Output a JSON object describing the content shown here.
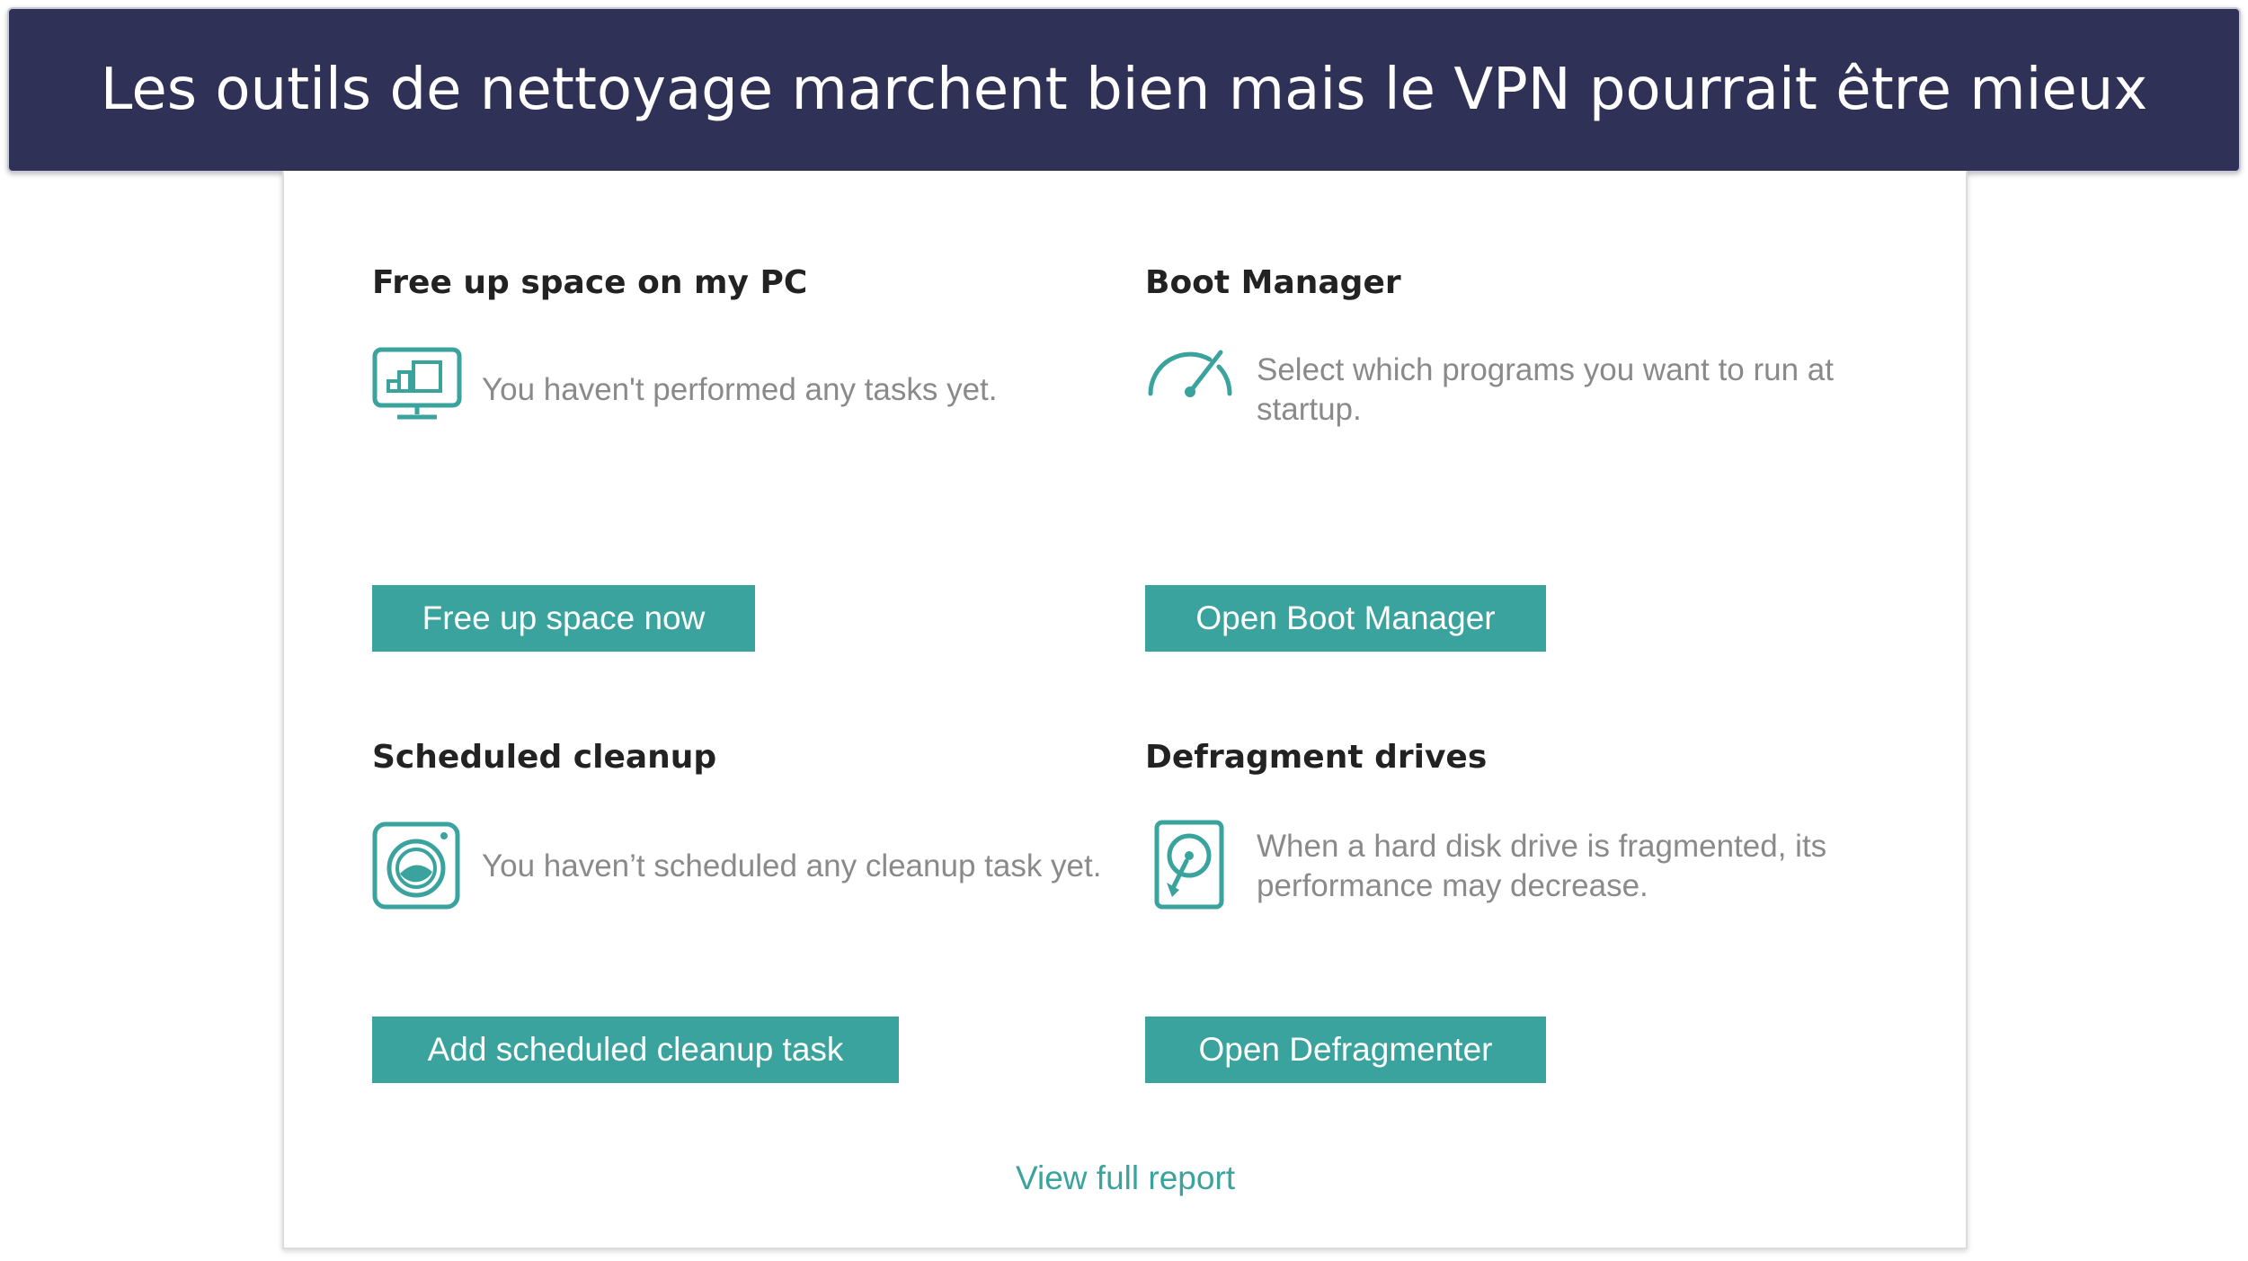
{
  "banner": {
    "title": "Les outils de nettoyage marchent bien mais le VPN pourrait être mieux"
  },
  "sections": {
    "free_space": {
      "title": "Free up space on my PC",
      "icon": "monitor-chart-icon",
      "description": "You haven't performed any tasks yet.",
      "button_label": "Free up space now"
    },
    "boot_manager": {
      "title": "Boot Manager",
      "icon": "speedometer-icon",
      "description": "Select which programs you want to run at startup.",
      "button_label": "Open Boot Manager"
    },
    "scheduled_cleanup": {
      "title": "Scheduled cleanup",
      "icon": "washing-machine-icon",
      "description": "You haven’t scheduled any cleanup task yet.",
      "button_label": "Add scheduled cleanup task"
    },
    "defragment": {
      "title": "Defragment drives",
      "icon": "hard-disk-icon",
      "description": "When a hard disk drive is fragmented, its performance may decrease.",
      "button_label": "Open Defragmenter"
    }
  },
  "footer": {
    "report_link": "View full report"
  },
  "colors": {
    "banner_bg": "#2f3156",
    "accent": "#3aa39d",
    "title_text": "#222222",
    "desc_text": "#8a8a8a"
  }
}
